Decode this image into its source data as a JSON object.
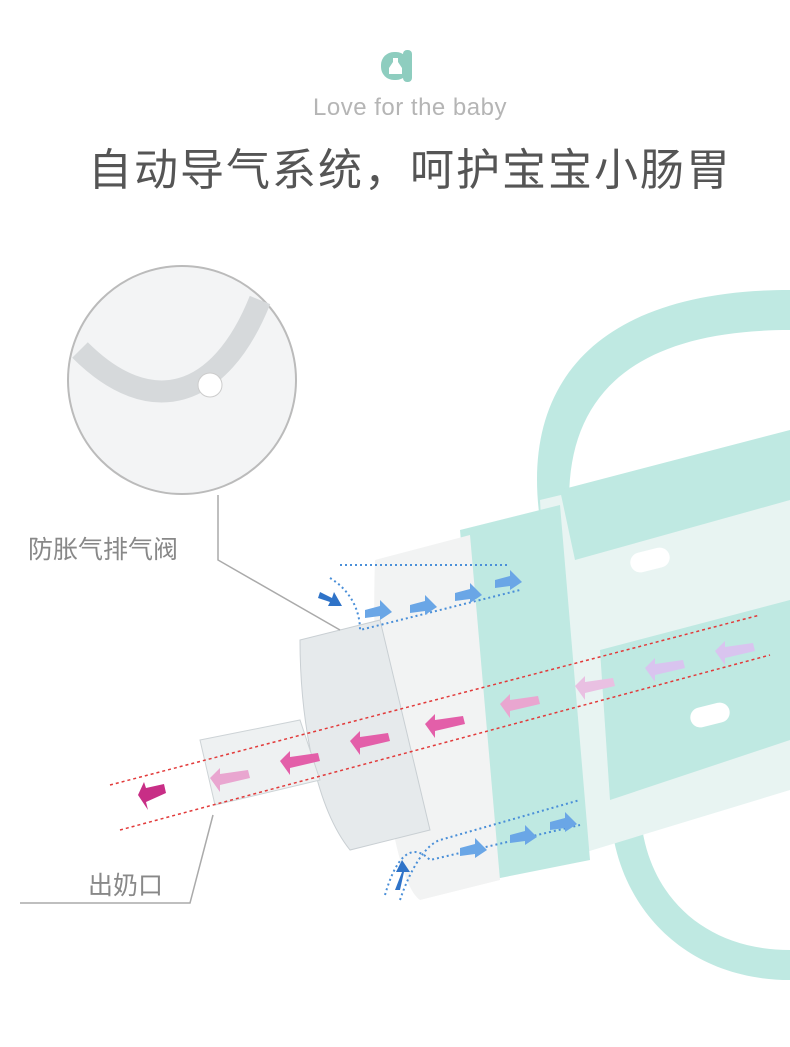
{
  "brand": {
    "logo_icon": "bottle-logo-icon",
    "color": "#8ecdbf"
  },
  "tagline": "Love for the  baby",
  "title": "自动导气系统，呵护宝宝小肠胃",
  "labels": {
    "vent_valve": "防胀气排气阀",
    "outlet": "出奶口"
  },
  "colors": {
    "sleeve": "#bfe9e2",
    "air_arrow": "#4a8fd8",
    "milk_arrow": "#d8509a",
    "milk_light": "#e9a6d0"
  }
}
